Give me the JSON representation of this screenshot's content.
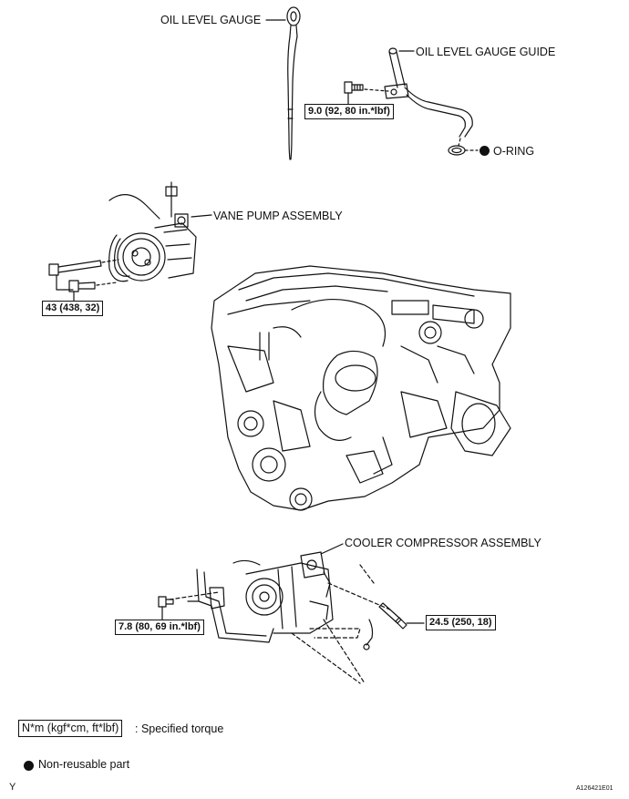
{
  "labels": {
    "oil_level_gauge": "OIL LEVEL GAUGE",
    "oil_level_gauge_guide": "OIL LEVEL GAUGE GUIDE",
    "o_ring": "O-RING",
    "vane_pump_assembly": "VANE PUMP ASSEMBLY",
    "cooler_compressor_assembly": "COOLER COMPRESSOR ASSEMBLY"
  },
  "torques": {
    "guide_bolt": "9.0 (92, 80 in.*lbf)",
    "vane_pump_bolts": "43 (438, 32)",
    "compressor_left": "7.8 (80, 69 in.*lbf)",
    "compressor_right": "24.5 (250, 18)"
  },
  "legend": {
    "torque_unit": "N*m (kgf*cm, ft*lbf)",
    "torque_desc": ": Specified torque",
    "non_reusable": "Non-reusable part"
  },
  "footer": {
    "left_mark": "Y",
    "figure_id": "A126421E01"
  },
  "colors": {
    "ink": "#111111",
    "background": "#ffffff"
  }
}
